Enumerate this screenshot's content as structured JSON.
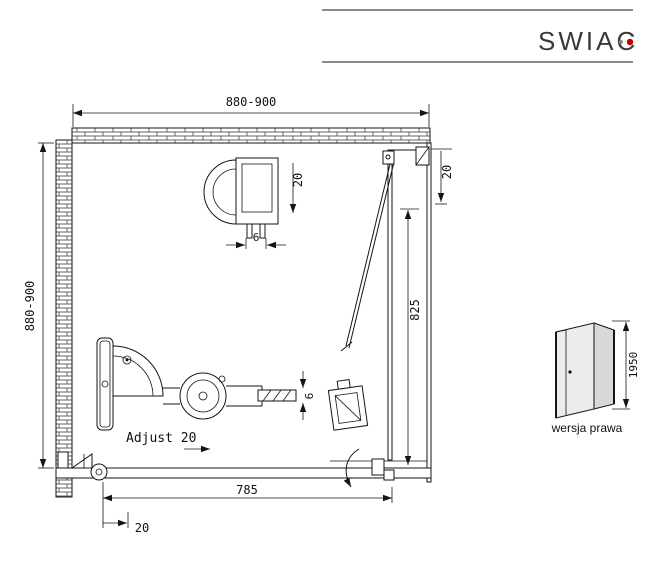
{
  "brand": {
    "name": "SWIAC",
    "accent_color": "#c00000"
  },
  "plan": {
    "dim_top_width": "880-900",
    "dim_left_height": "880-900",
    "dim_top_inset": "20",
    "dim_right_inset": "20",
    "dim_right_depth": "825",
    "dim_profile_gap": "6",
    "dim_glass_thickness": "6",
    "adjust_label": "Adjust 20",
    "dim_bottom_width": "785",
    "dim_bottom_offset": "20"
  },
  "side_view": {
    "dim_height": "1950",
    "caption": "wersja prawa"
  },
  "colors": {
    "line": "#151515",
    "wall_hatch": "#333333",
    "glass_light": "#ececec",
    "glass_dark": "#d8d8d8"
  }
}
